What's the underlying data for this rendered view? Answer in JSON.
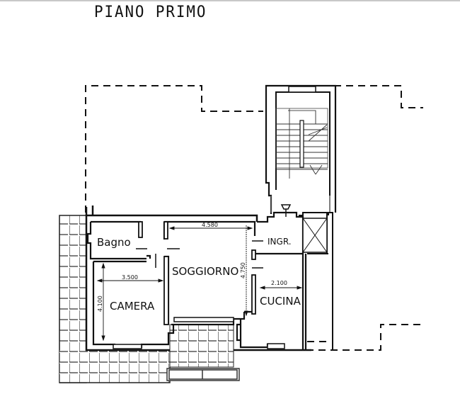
{
  "title": "PIANO PRIMO",
  "rooms": [
    {
      "id": "bagno",
      "label": "Bagno"
    },
    {
      "id": "soggiorno",
      "label": "SOGGIORNO"
    },
    {
      "id": "ingresso",
      "label": "INGR."
    },
    {
      "id": "camera",
      "label": "CAMERA"
    },
    {
      "id": "cucina",
      "label": "CUCINA"
    }
  ],
  "dimensions": {
    "soggiorno_width": "4.580",
    "soggiorno_depth": "4.750",
    "camera_width": "3.500",
    "camera_depth": "4.100",
    "cucina_width": "2.100"
  },
  "colors": {
    "wall": "#111111",
    "line": "#222222",
    "background": "#ffffff"
  }
}
